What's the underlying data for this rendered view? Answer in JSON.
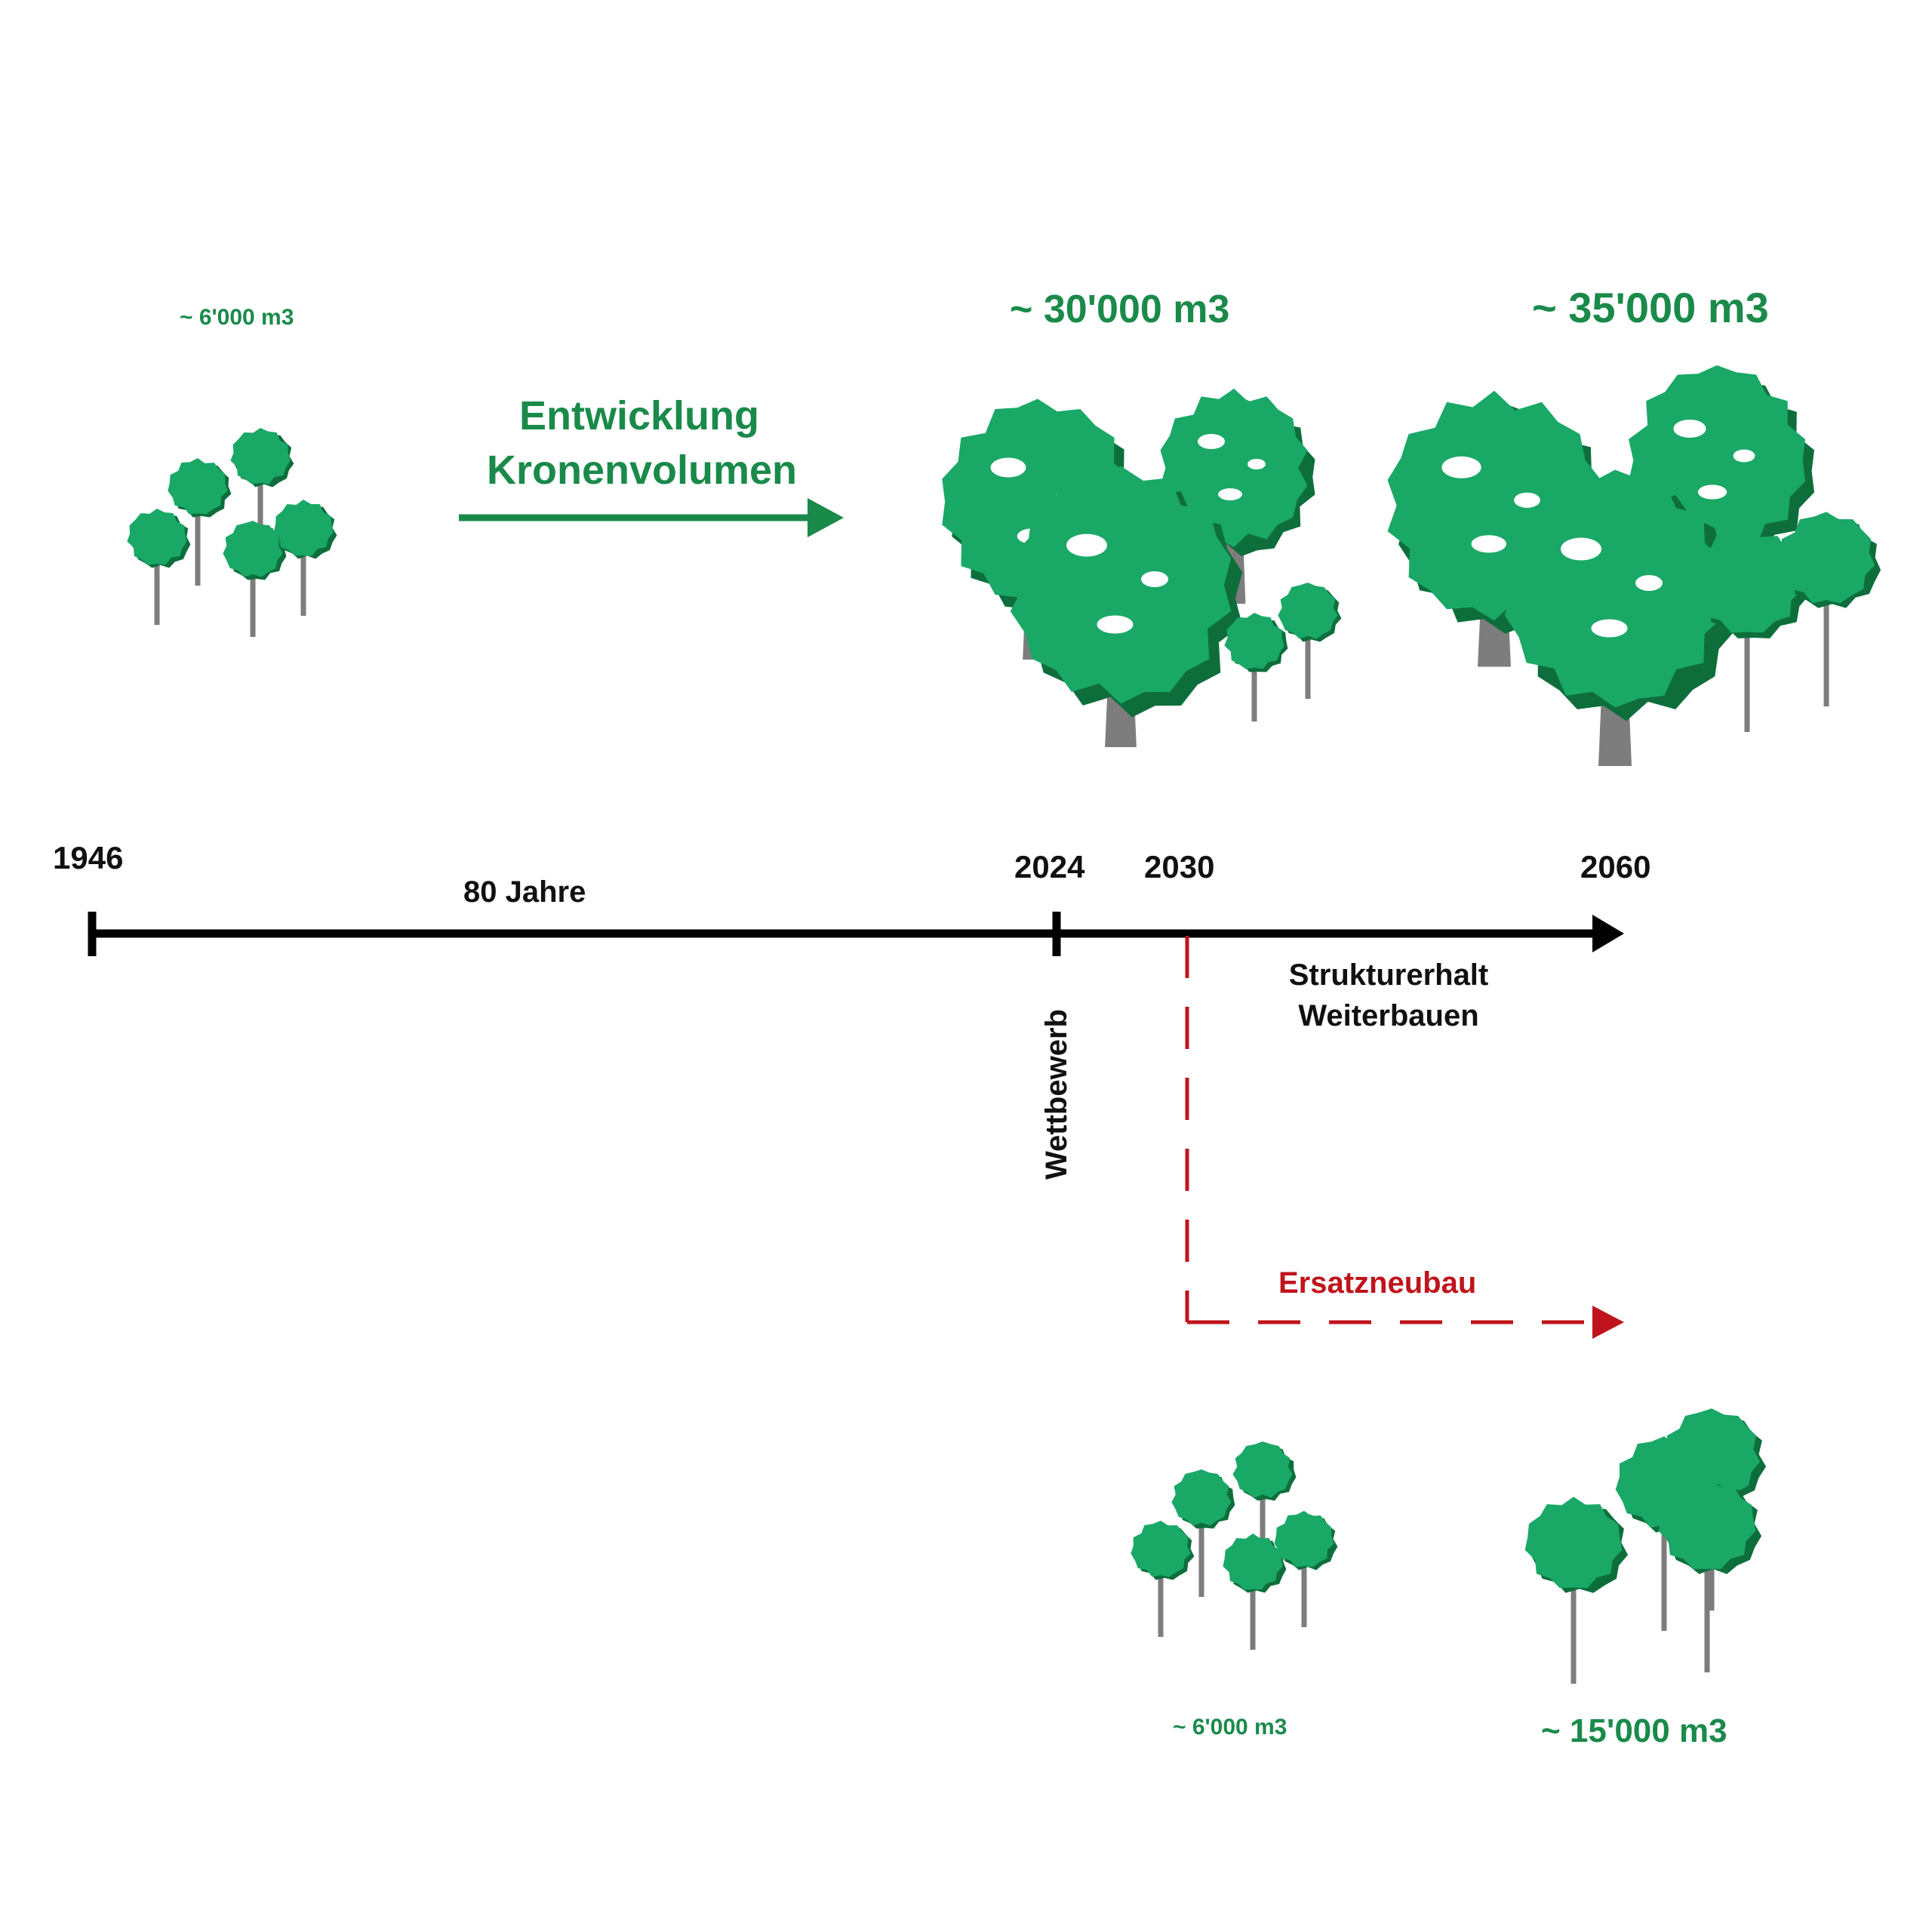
{
  "volumes": {
    "v1946": "~ 6'000 m3",
    "v2030": "~ 30'000 m3",
    "v2060": "~ 35'000 m3",
    "new2030": "~ 6'000 m3",
    "new2060": "~ 15'000 m3"
  },
  "development": {
    "line1": "Entwicklung",
    "line2": "Kronenvolumen"
  },
  "timeline": {
    "years": [
      "1946",
      "2024",
      "2030",
      "2060"
    ],
    "span_label": "80 Jahre",
    "competition_label": "Wettbewerb",
    "keep_line1": "Strukturerhalt",
    "keep_line2": "Weiterbauen",
    "replace_label": "Ersatzneubau"
  },
  "colors": {
    "tree_green": "#1aa867",
    "tree_dark": "#0d6e3c",
    "trunk": "#7d7d7d",
    "label_green": "#1a8a4a",
    "replace_red": "#c0141c",
    "axis": "#000000"
  }
}
